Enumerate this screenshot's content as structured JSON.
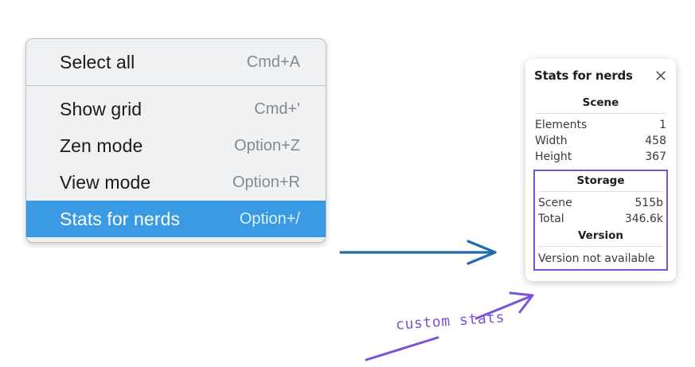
{
  "menu": {
    "groups": [
      {
        "items": [
          {
            "label": "Select all",
            "shortcut": "Cmd+A",
            "selected": false
          }
        ]
      },
      {
        "items": [
          {
            "label": "Show grid",
            "shortcut": "Cmd+'",
            "selected": false
          },
          {
            "label": "Zen mode",
            "shortcut": "Option+Z",
            "selected": false
          },
          {
            "label": "View mode",
            "shortcut": "Option+R",
            "selected": false
          },
          {
            "label": "Stats for nerds",
            "shortcut": "Option+/",
            "selected": true
          }
        ]
      }
    ],
    "highlight_color": "#3b9ae4"
  },
  "stats_panel": {
    "title": "Stats for nerds",
    "close_icon": "close-icon",
    "scene": {
      "heading": "Scene",
      "rows": [
        {
          "label": "Elements",
          "value": "1"
        },
        {
          "label": "Width",
          "value": "458"
        },
        {
          "label": "Height",
          "value": "367"
        }
      ]
    },
    "storage": {
      "heading": "Storage",
      "rows": [
        {
          "label": "Scene",
          "value": "515b"
        },
        {
          "label": "Total",
          "value": "346.6k"
        }
      ]
    },
    "version": {
      "heading": "Version",
      "text": "Version not available"
    },
    "highlight_box_color": "#7b52d8"
  },
  "annotations": {
    "blue_arrow_color": "#1f6cb0",
    "purple_color": "#7b52d8",
    "handwritten_label": "custom stats"
  }
}
